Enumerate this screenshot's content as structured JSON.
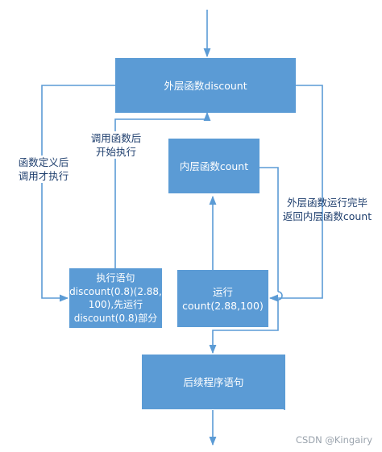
{
  "diagram": {
    "nodes": {
      "outer_function": "外层函数discount",
      "inner_function": "内层函数count",
      "execute_statement": "执行语句\ndiscount(0.8)(2.88,\n100),先运行\ndiscount(0.8)部分",
      "run_inner": "运行\ncount(2.88,100)",
      "following_statements": "后续程序语句"
    },
    "edge_labels": {
      "define_then_execute": "函数定义后\n调用才执行",
      "call_then_start": "调用函数后\n开始执行",
      "outer_done_return_inner": "外层函数运行完毕\n返回内层函数count"
    },
    "colors": {
      "node_fill": "#5b9bd5",
      "node_text": "#ffffff",
      "connector": "#5b9bd5",
      "label_text": "#1f3f6e"
    }
  },
  "watermark": "CSDN @Kingairy"
}
